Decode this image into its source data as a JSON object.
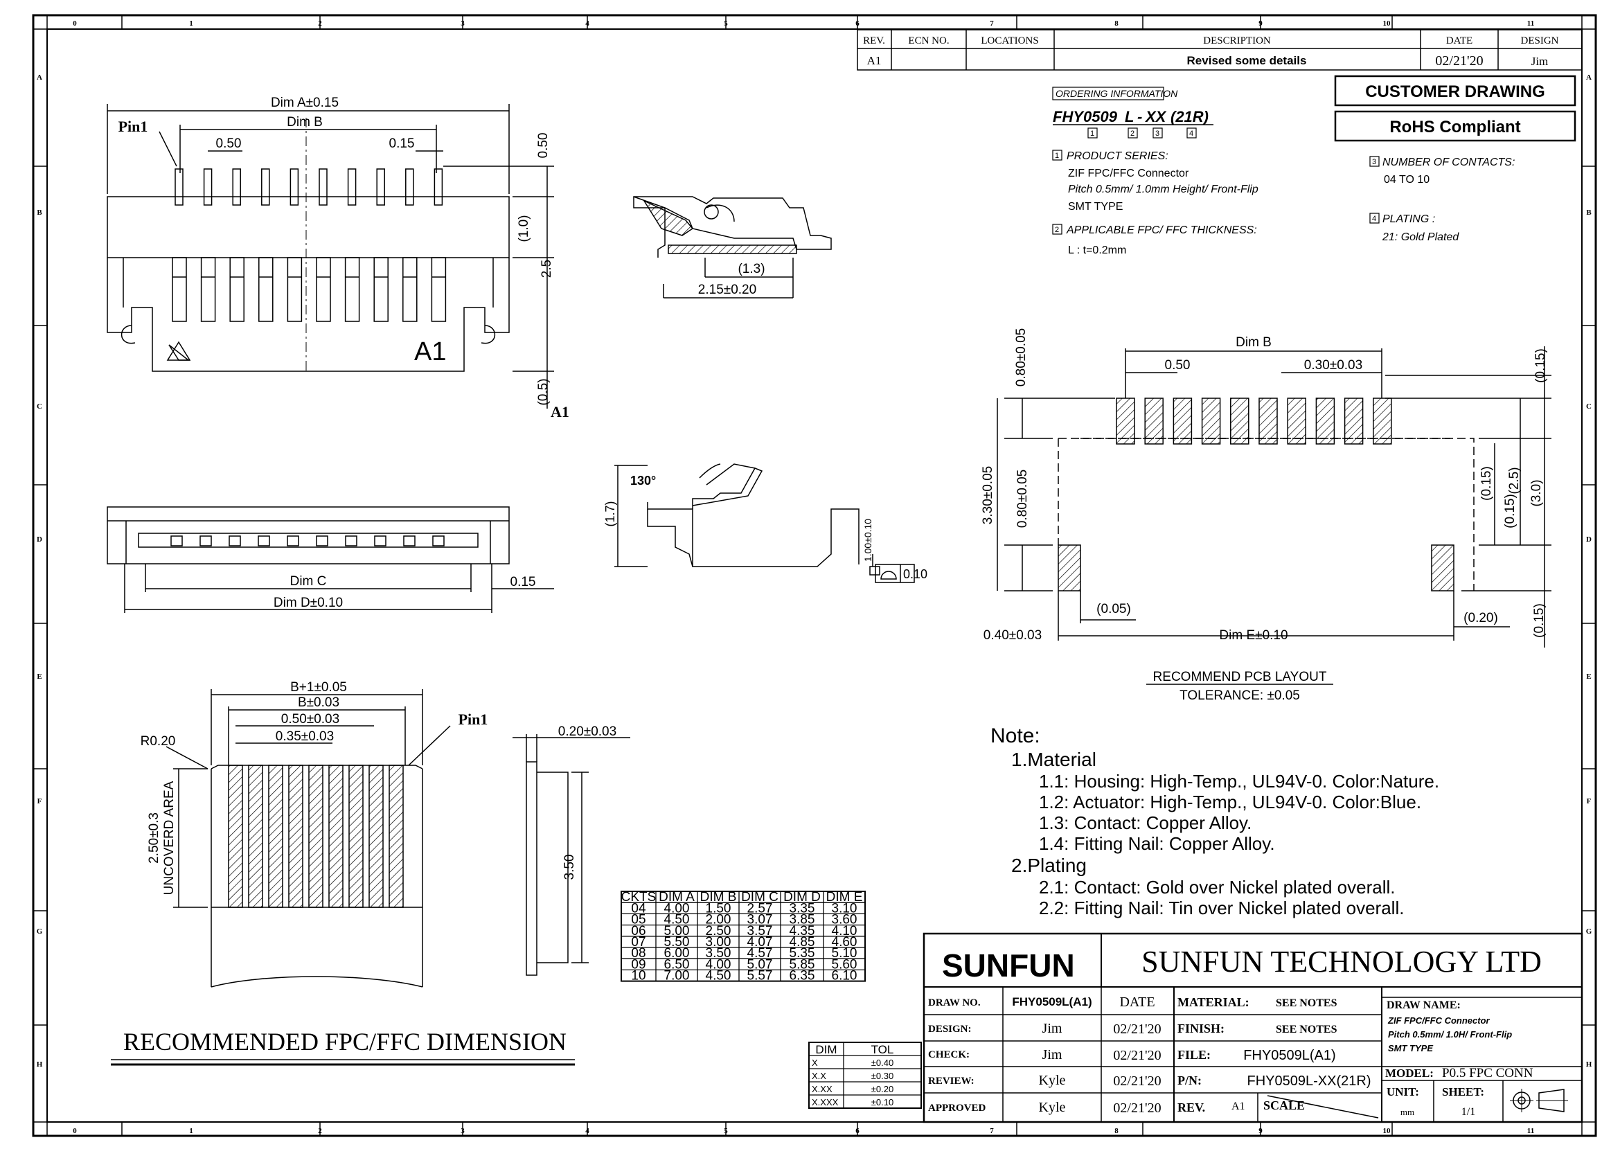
{
  "frame": {
    "top_cols": [
      "0",
      "1",
      "2",
      "3",
      "4",
      "5",
      "6",
      "7",
      "8",
      "9",
      "10",
      "11"
    ],
    "bottom_cols": [
      "0",
      "1",
      "2",
      "3",
      "4",
      "5",
      "6",
      "7",
      "8",
      "9",
      "10",
      "11"
    ],
    "rows": [
      "A",
      "B",
      "C",
      "D",
      "E",
      "F",
      "G",
      "H"
    ]
  },
  "revision": {
    "headers": [
      "REV.",
      "ECN NO.",
      "LOCATIONS",
      "DESCRIPTION",
      "DATE",
      "DESIGN"
    ],
    "rev": "A1",
    "description": "Revised some details",
    "date": "02/21'20",
    "design": "Jim"
  },
  "badges": {
    "customer": "CUSTOMER DRAWING",
    "rohs": "RoHS Compliant"
  },
  "ordering": {
    "title": "ORDERING INFORMATION",
    "part_a": "FHY0509",
    "part_b": "L",
    "part_c": "-",
    "part_d": "XX",
    "part_e": "(21R)",
    "idx": [
      "1",
      "2",
      "3",
      "4"
    ],
    "s1_title": "PRODUCT SERIES:",
    "s1_l1": "ZIF FPC/FFC Connector",
    "s1_l2": "Pitch 0.5mm/ 1.0mm Height/ Front-Flip",
    "s1_l3": "SMT TYPE",
    "s2_title": "APPLICABLE FPC/ FFC THICKNESS:",
    "s2_l1": "L :  t=0.2mm",
    "s3_title": "NUMBER OF CONTACTS:",
    "s3_l1": "04  TO  10",
    "s4_title": "PLATING :",
    "s4_l1": "21:  Gold Plated"
  },
  "top_view": {
    "dim_a": "Dim A±0.15",
    "pin1": "Pin1",
    "dim_b": "Dim B",
    "p050": "0.50",
    "p015": "0.15",
    "v050": "0.50",
    "v10": "(1.0)",
    "v25": "2.5",
    "v05": "(0.5)",
    "mark": "A1"
  },
  "side_view": {
    "d13": "(1.3)",
    "d215": "2.15±0.20"
  },
  "open_view": {
    "angle": "130°",
    "h17": "(1.7)",
    "h100": "1.00±0.10",
    "flat": "0.10"
  },
  "front_view": {
    "dim_c": "Dim C",
    "dim_d": "Dim D±0.10",
    "d015": "0.15"
  },
  "pcb": {
    "dim_b": "Dim B",
    "p050": "0.50",
    "p030": "0.30±0.03",
    "v080a": "0.80±0.05",
    "v330": "3.30±0.05",
    "v080b": "0.80±0.05",
    "r015a": "(0.15)",
    "r015b": "(0.15)",
    "r015c": "(0.15)",
    "r015d": "(0.15)",
    "r25": "(2.5)",
    "r30": "(3.0)",
    "d005": "(0.05)",
    "d040": "0.40±0.03",
    "dim_e": "Dim E±0.10",
    "d020": "(0.20)",
    "title": "RECOMMEND PCB LAYOUT",
    "tol": "TOLERANCE: ±0.05"
  },
  "fpc": {
    "b1": "B+1±0.05",
    "b": "B±0.03",
    "p050": "0.50±0.03",
    "p035": "0.35±0.03",
    "r020": "R0.20",
    "pin1": "Pin1",
    "h250": "2.50±0.3",
    "unc": "UNCOVERD AREA",
    "t020": "0.20±0.03",
    "h350": "3.50",
    "title": "RECOMMENDED FPC/FFC DIMENSION"
  },
  "notes": {
    "title": "Note:",
    "m": "1.Material",
    "m1": "1.1: Housing: High-Temp., UL94V-0. Color:Nature.",
    "m2": "1.2: Actuator: High-Temp., UL94V-0. Color:Blue.",
    "m3": "1.3: Contact: Copper Alloy.",
    "m4": "1.4: Fitting Nail: Copper Alloy.",
    "p": "2.Plating",
    "p1": "2.1: Contact: Gold over Nickel plated overall.",
    "p2": "2.2: Fitting Nail: Tin over Nickel plated overall."
  },
  "dim_table": {
    "headers": [
      "CKTS",
      "DIM A",
      "DIM B",
      "DIM C",
      "DIM D",
      "DIM E"
    ],
    "rows": [
      [
        "04",
        "4.00",
        "1.50",
        "2.57",
        "3.35",
        "3.10"
      ],
      [
        "05",
        "4.50",
        "2.00",
        "3.07",
        "3.85",
        "3.60"
      ],
      [
        "06",
        "5.00",
        "2.50",
        "3.57",
        "4.35",
        "4.10"
      ],
      [
        "07",
        "5.50",
        "3.00",
        "4.07",
        "4.85",
        "4.60"
      ],
      [
        "08",
        "6.00",
        "3.50",
        "4.57",
        "5.35",
        "5.10"
      ],
      [
        "09",
        "6.50",
        "4.00",
        "5.07",
        "5.85",
        "5.60"
      ],
      [
        "10",
        "7.00",
        "4.50",
        "5.57",
        "6.35",
        "6.10"
      ]
    ]
  },
  "tol_table": {
    "headers": [
      "DIM",
      "TOL"
    ],
    "rows": [
      [
        "X",
        "±0.40"
      ],
      [
        "X.X",
        "±0.30"
      ],
      [
        "X.XX",
        "±0.20"
      ],
      [
        "X.XXX",
        "±0.10"
      ]
    ]
  },
  "title_block": {
    "logo": "SUNFUN",
    "company": "SUNFUN TECHNOLOGY LTD",
    "draw_no_label": "DRAW NO.",
    "draw_no": "FHY0509L(A1)",
    "date_label": "DATE",
    "design_label": "DESIGN:",
    "design": "Jim",
    "design_date": "02/21'20",
    "check_label": "CHECK:",
    "check": "Jim",
    "check_date": "02/21'20",
    "review_label": "REVIEW:",
    "review": "Kyle",
    "review_date": "02/21'20",
    "approved_label": "APPROVED",
    "approved": "Kyle",
    "approved_date": "02/21'20",
    "material_label": "MATERIAL:",
    "material": "SEE NOTES",
    "finish_label": "FINISH:",
    "finish": "SEE NOTES",
    "file_label": "FILE:",
    "file": "FHY0509L(A1)",
    "pn_label": "P/N:",
    "pn": "FHY0509L-XX(21R)",
    "rev_label": "REV.",
    "rev": "A1",
    "scale_label": "SCALE",
    "draw_name_label": "DRAW NAME:",
    "dn1": "ZIF FPC/FFC Connector",
    "dn2": "Pitch 0.5mm/ 1.0H/ Front-Flip",
    "dn3": "SMT TYPE",
    "model_label": "MODEL:",
    "model": "P0.5 FPC CONN",
    "unit_label": "UNIT:",
    "unit": "mm",
    "sheet_label": "SHEET:",
    "sheet": "1/1"
  }
}
